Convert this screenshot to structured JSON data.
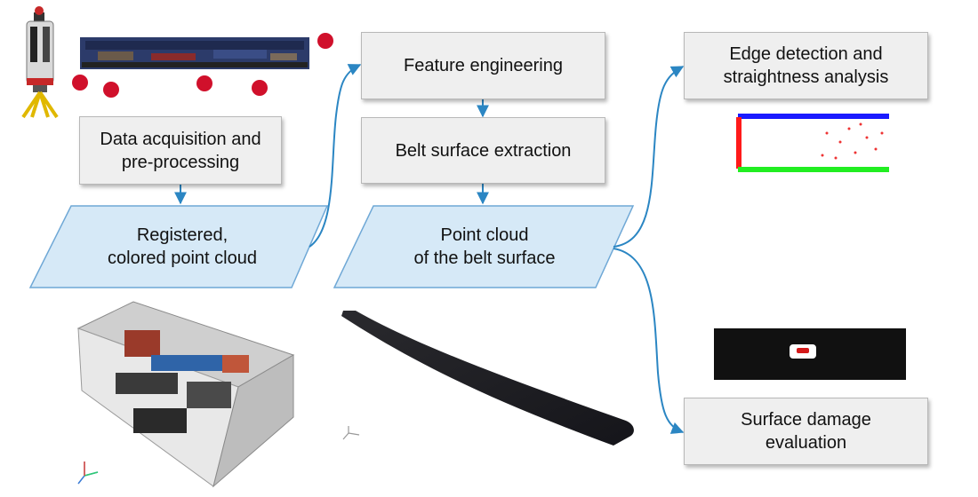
{
  "nodes": {
    "data_acquisition": "Data acquisition and\npre-processing",
    "registered_cloud": "Registered,\ncolored point cloud",
    "feature_engineering": "Feature engineering",
    "belt_surface_extraction": "Belt surface extraction",
    "belt_point_cloud": "Point cloud\nof the belt surface",
    "edge_detection": "Edge detection and\nstraightness analysis",
    "surface_damage": "Surface damage\nevaluation"
  },
  "colors": {
    "box_fill": "#efefef",
    "box_border": "#b8b8b8",
    "para_fill": "#d6e9f7",
    "para_border": "#6fa8d6",
    "arrow": "#2b86c3"
  },
  "icons": {
    "scanner": "laser-scanner-icon",
    "conveyor": "conveyor-point-cloud-icon",
    "room": "room-3d-point-cloud-icon",
    "belt": "belt-surface-point-cloud-icon",
    "edges": "edge-detection-plot-icon",
    "damage": "damage-map-icon"
  }
}
